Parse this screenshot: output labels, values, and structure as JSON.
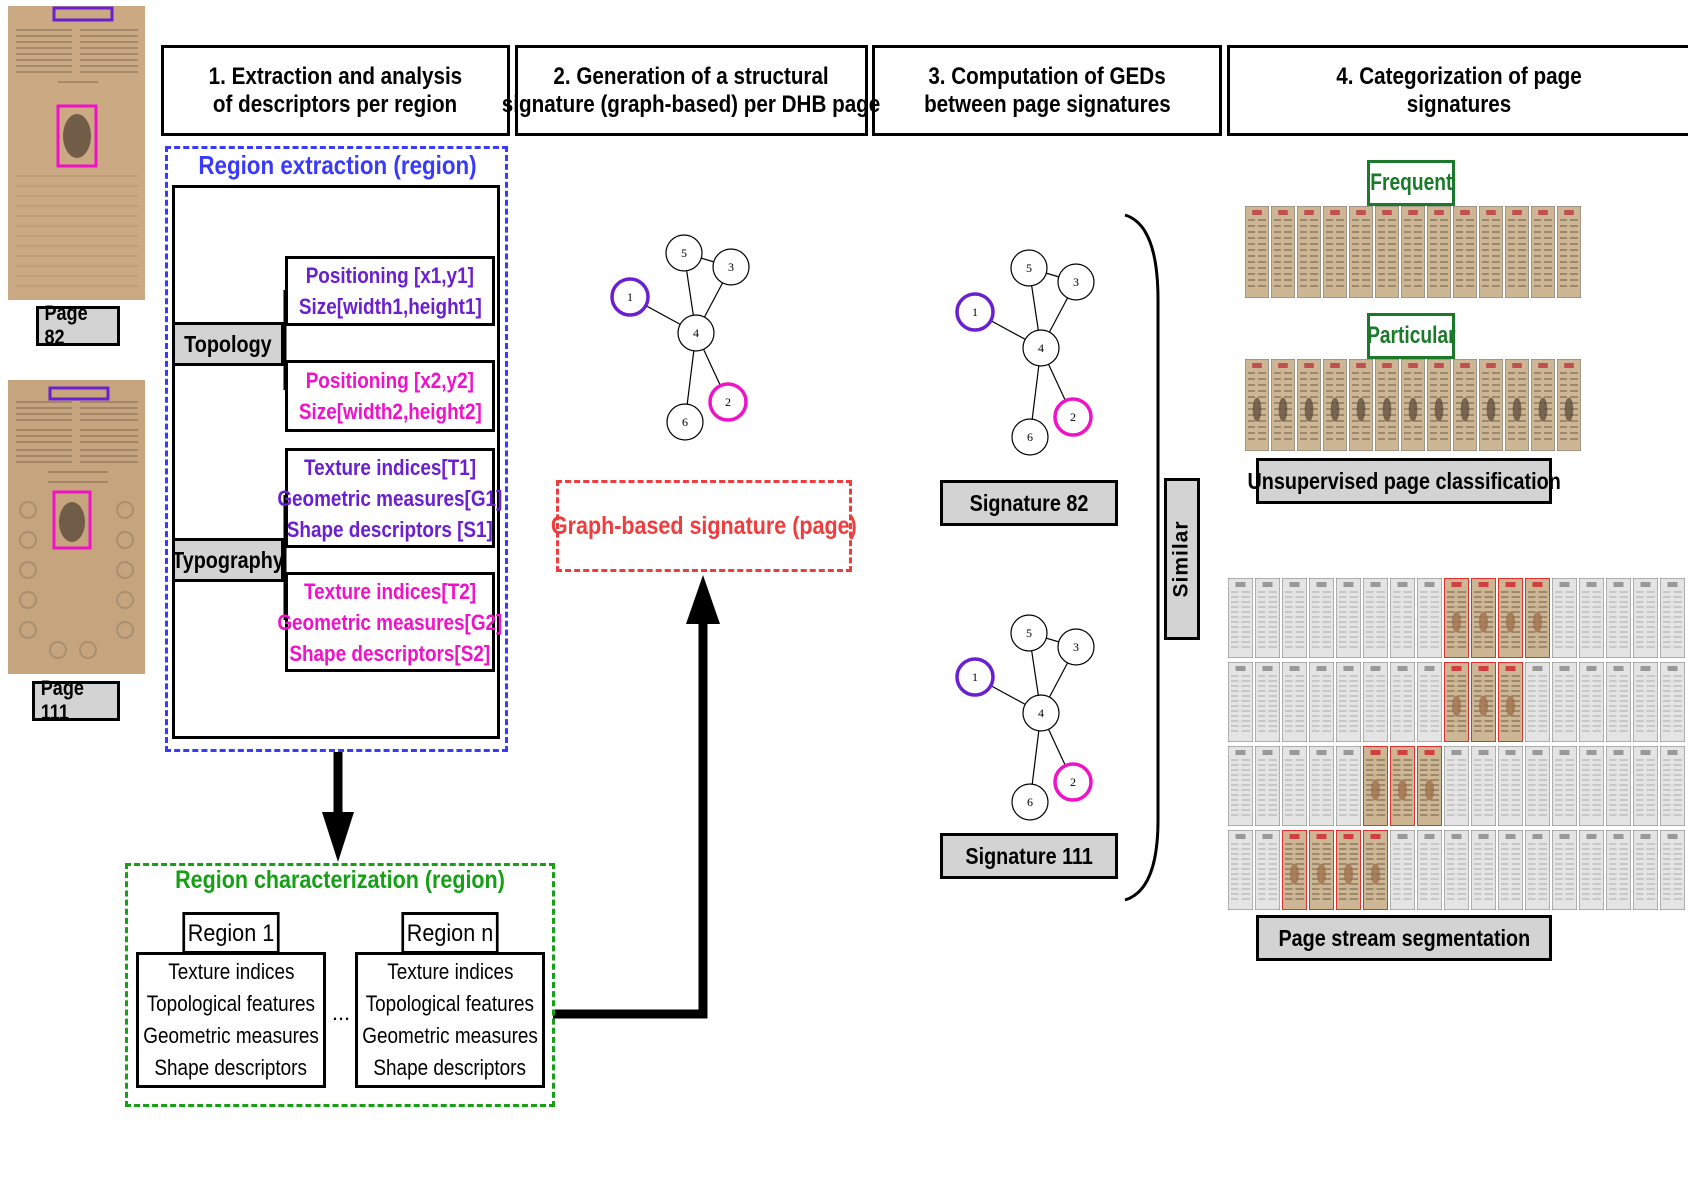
{
  "steps": [
    {
      "line1": "1. Extraction and analysis",
      "line2": "of descriptors per region"
    },
    {
      "line1": "2. Generation of a structural",
      "line2": "signature (graph-based) per DHB page"
    },
    {
      "line1": "3. Computation of GEDs",
      "line2": "between page signatures"
    },
    {
      "line1": "4. Categorization of page",
      "line2": "signatures"
    }
  ],
  "pages": {
    "page_a": "Page 82",
    "page_b": "Page 111"
  },
  "extraction": {
    "title": "Region extraction (region)",
    "topology": "Topology",
    "typography": "Typography",
    "topo1": {
      "l1": "Positioning [x1,y1]",
      "l2": "Size[width1,height1]"
    },
    "topo2": {
      "l1": "Positioning [x2,y2]",
      "l2": "Size[width2,height2]"
    },
    "typo1": {
      "l1": "Texture indices[T1]",
      "l2": "Geometric measures[G1]",
      "l3": "Shape descriptors [S1]"
    },
    "typo2": {
      "l1": "Texture indices[T2]",
      "l2": "Geometric measures[G2]",
      "l3": "Shape descriptors[S2]"
    }
  },
  "characterization": {
    "title": "Region characterization (region)",
    "region1": "Region 1",
    "regionn": "Region n",
    "ellipsis": "...",
    "features": [
      "Texture indices",
      "Topological features",
      "Geometric measures",
      "Shape descriptors"
    ]
  },
  "graph": {
    "nodes": [
      "1",
      "2",
      "3",
      "4",
      "5",
      "6"
    ],
    "signature_label": "Graph-based signature (page)"
  },
  "signatures": {
    "a": "Signature 82",
    "b": "Signature 111",
    "similar": "Similar"
  },
  "categorization": {
    "frequent": "Frequent",
    "particular": "Particular",
    "unsupervised": "Unsupervised page classification",
    "segmentation": "Page stream segmentation"
  },
  "colors": {
    "purple": "#6a1fd0",
    "magenta": "#f012c8",
    "blue": "#3a3aff",
    "green": "#16a016",
    "red": "#f03c3c",
    "dark_green": "#1a7a2a",
    "grey": "#d3d3d3"
  }
}
